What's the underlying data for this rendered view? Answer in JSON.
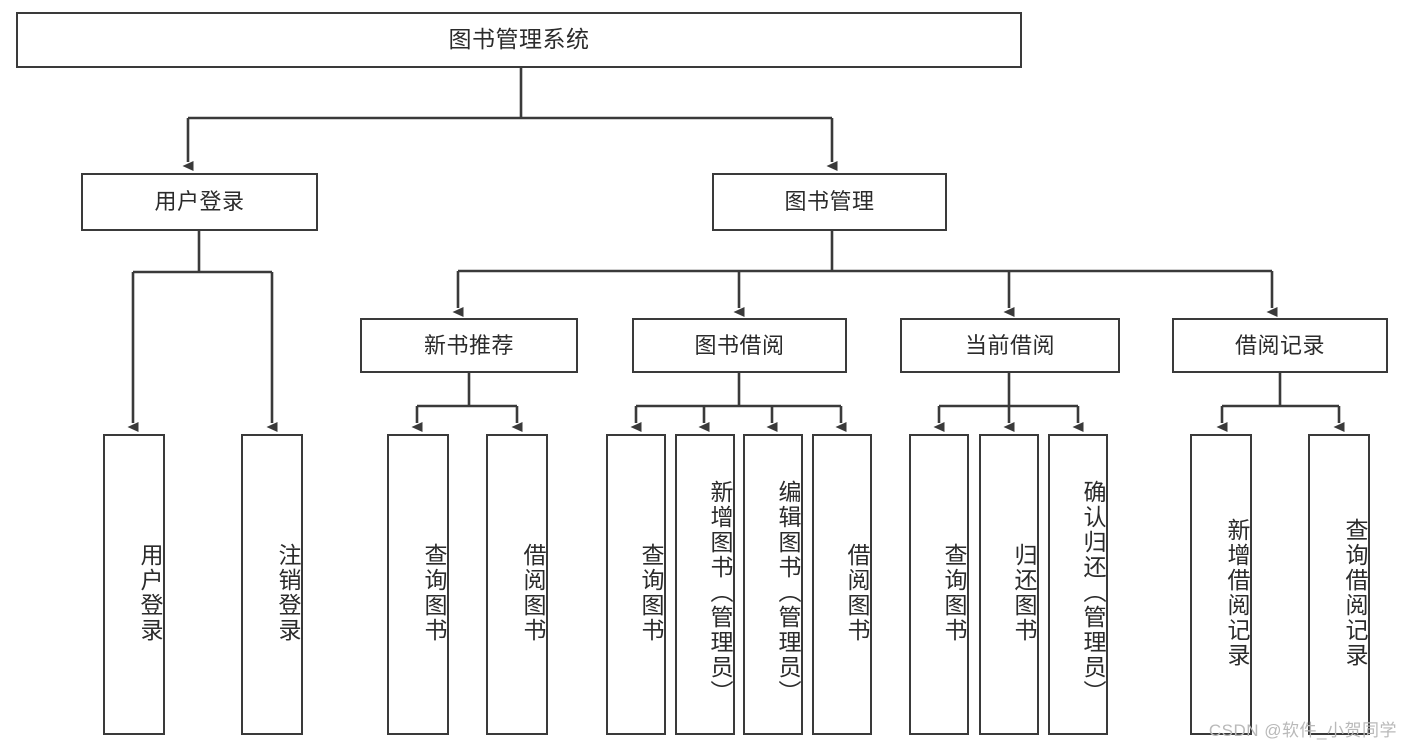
{
  "diagram": {
    "title": "图书管理系统",
    "type": "tree",
    "stroke_color": "#3a3a3a",
    "background_color": "#ffffff",
    "text_color": "#2b2b2b"
  },
  "root": {
    "label": "图书管理系统"
  },
  "level2": [
    {
      "label": "用户登录"
    },
    {
      "label": "图书管理"
    }
  ],
  "level3": [
    {
      "label": "新书推荐"
    },
    {
      "label": "图书借阅"
    },
    {
      "label": "当前借阅"
    },
    {
      "label": "借阅记录"
    }
  ],
  "leaves": {
    "user_login": [
      {
        "label": "用户登录"
      },
      {
        "label": "注销登录"
      }
    ],
    "new_book_recommend": [
      {
        "label": "查询图书"
      },
      {
        "label": "借阅图书"
      }
    ],
    "book_borrow": [
      {
        "label": "查询图书"
      },
      {
        "label": "新增图书（管理员）"
      },
      {
        "label": "编辑图书（管理员）"
      },
      {
        "label": "借阅图书"
      }
    ],
    "current_borrow": [
      {
        "label": "查询图书"
      },
      {
        "label": "归还图书"
      },
      {
        "label": "确认归还（管理员）"
      }
    ],
    "borrow_record": [
      {
        "label": "新增借阅记录"
      },
      {
        "label": "查询借阅记录"
      }
    ]
  },
  "watermark": {
    "text": "CSDN @软件_小贺同学"
  }
}
